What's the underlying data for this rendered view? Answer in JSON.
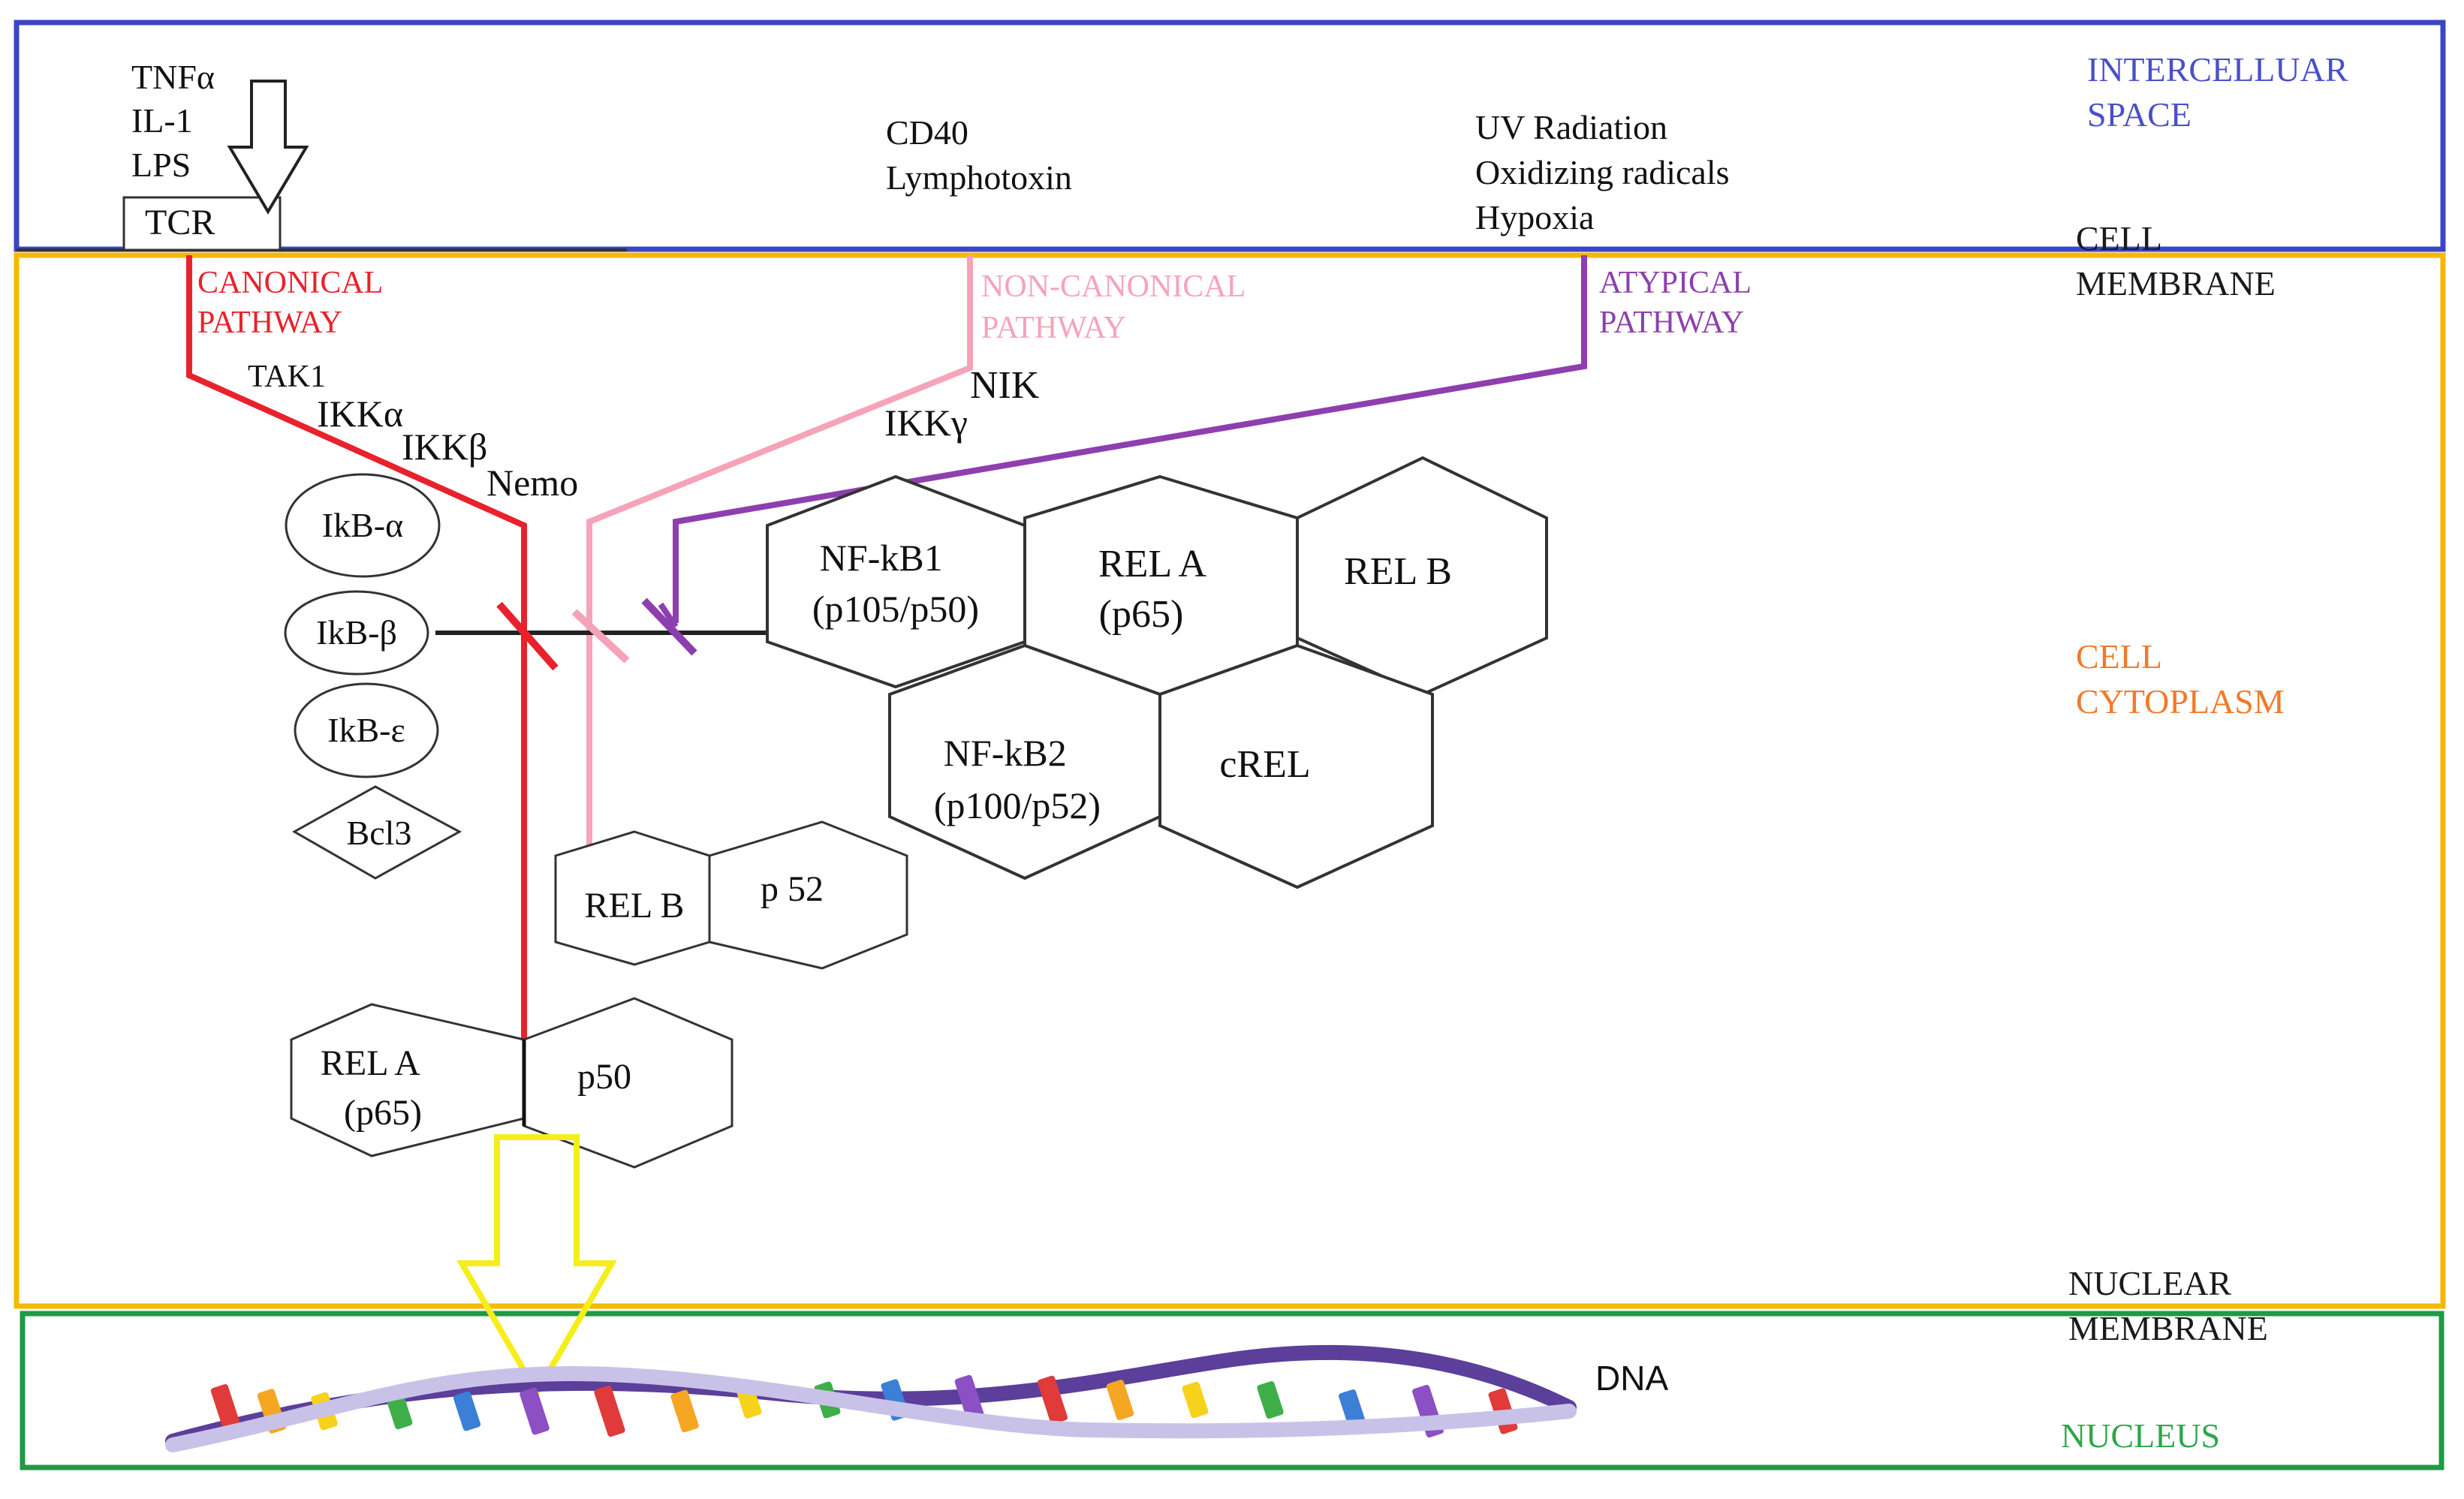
{
  "regions": {
    "intercellular": {
      "line1": "INTERCELLUAR",
      "line2": "SPACE",
      "color": "#4a4fc8"
    },
    "cell_membrane": {
      "line1": "CELL",
      "line2": "MEMBRANE",
      "color": "#1a1a1a"
    },
    "cytoplasm": {
      "line1": "CELL",
      "line2": "CYTOPLASM",
      "color": "#f07a2a"
    },
    "nuclear_membrane": {
      "line1": "NUCLEAR",
      "line2": "MEMBRANE",
      "color": "#1a1a1a"
    },
    "nucleus": {
      "label": "NUCLEUS",
      "color": "#2aa84a"
    }
  },
  "box_colors": {
    "outer": "#3b46c6",
    "cytoplasm": "#f6b800",
    "nucleus": "#1f9a45"
  },
  "stimuli": {
    "canonical": [
      "TNFα",
      "IL-1",
      "LPS"
    ],
    "receptor": "TCR",
    "noncanonical": [
      "CD40",
      "Lymphotoxin"
    ],
    "atypical": [
      "UV Radiation",
      "Oxidizing radicals",
      "Hypoxia"
    ]
  },
  "pathways": {
    "canonical": {
      "line1": "CANONICAL",
      "line2": "PATHWAY",
      "color": "#e8222d"
    },
    "noncanonical": {
      "line1": "NON-CANONICAL",
      "line2": "PATHWAY",
      "color": "#f6a3b9"
    },
    "atypical": {
      "line1": "ATYPICAL",
      "line2": "PATHWAY",
      "color": "#8e3fae"
    }
  },
  "kinases": {
    "tak1": "TAK1",
    "ikka": "IKKα",
    "ikkb": "IKKβ",
    "nemo": "Nemo",
    "nik": "NIK",
    "ikkg": "IKKγ"
  },
  "inhibitors": {
    "ikb_alpha": "IkB-α",
    "ikb_beta": "IkB-β",
    "ikb_epsilon": "IkB-ε",
    "bcl3": "Bcl3"
  },
  "proteins": {
    "nfkb1": {
      "line1": "NF-kB1",
      "line2": "(p105/p50)"
    },
    "rela": {
      "line1": "REL A",
      "line2": "(p65)"
    },
    "relb": "REL B",
    "nfkb2": {
      "line1": "NF-kB2",
      "line2": "(p100/p52)"
    },
    "crel": "cREL",
    "dimer_relb": "REL B",
    "dimer_p52": "p 52",
    "dimer_rela": {
      "line1": "REL A",
      "line2": "(p65)"
    },
    "dimer_p50": "p50"
  },
  "dna": {
    "label": "DNA",
    "rung_colors": [
      "#e03a3a",
      "#f5a623",
      "#f7d21b",
      "#3fae49",
      "#3b7fd6",
      "#8d4fc4"
    ]
  },
  "translocation_arrow_color": "#f5ee1a"
}
